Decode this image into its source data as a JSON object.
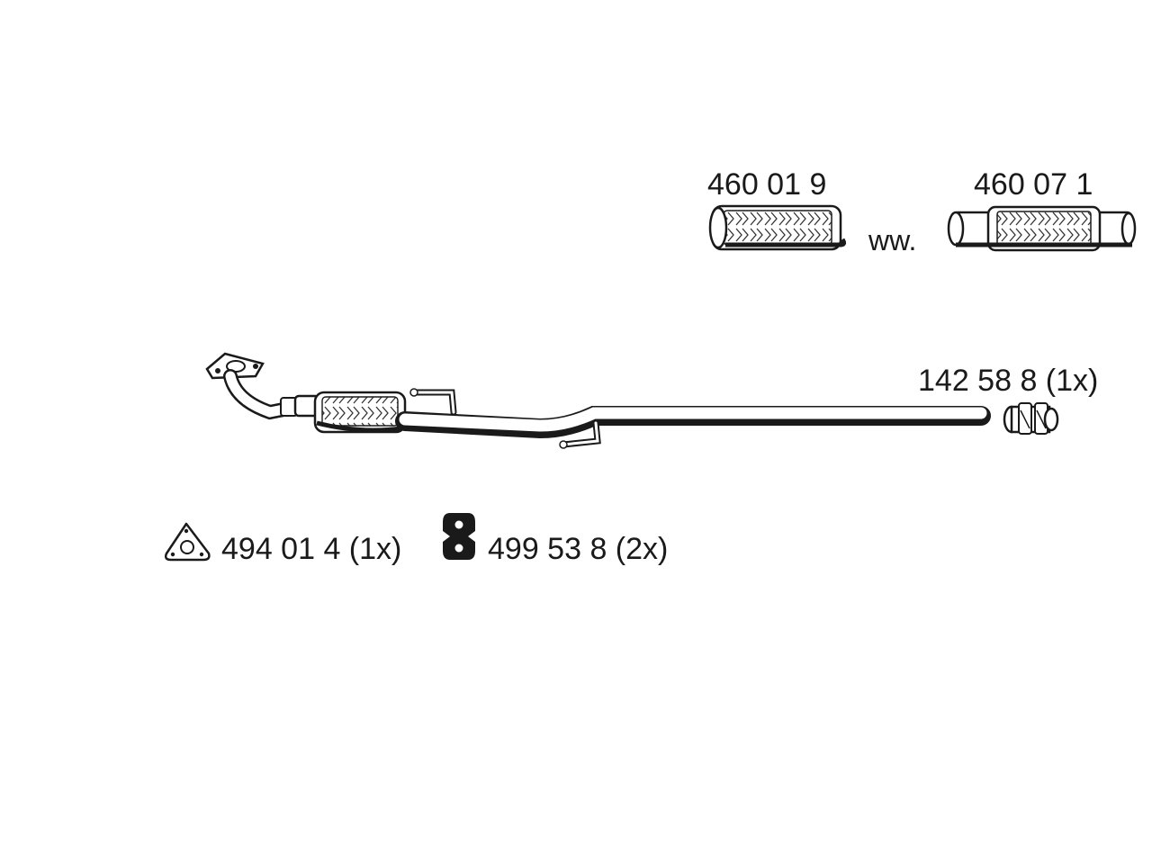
{
  "parts": {
    "flex_pipe_short": {
      "number": "460 01 9",
      "icon": "flex-pipe-short-icon"
    },
    "alternative_marker": "ww.",
    "flex_pipe_long": {
      "number": "460 07 1",
      "icon": "flex-pipe-long-icon"
    },
    "clamp": {
      "label": "142 58 8 (1x)",
      "icon": "pipe-clamp-icon"
    },
    "gasket": {
      "label": "494 01 4 (1x)",
      "icon": "triangle-gasket-icon"
    },
    "rubber_mount": {
      "label": "499 53 8 (2x)",
      "icon": "rubber-mount-icon"
    },
    "front_pipe": {
      "icon": "front-exhaust-pipe-icon"
    }
  },
  "colors": {
    "line": "#1a1a1a",
    "background": "#ffffff"
  }
}
